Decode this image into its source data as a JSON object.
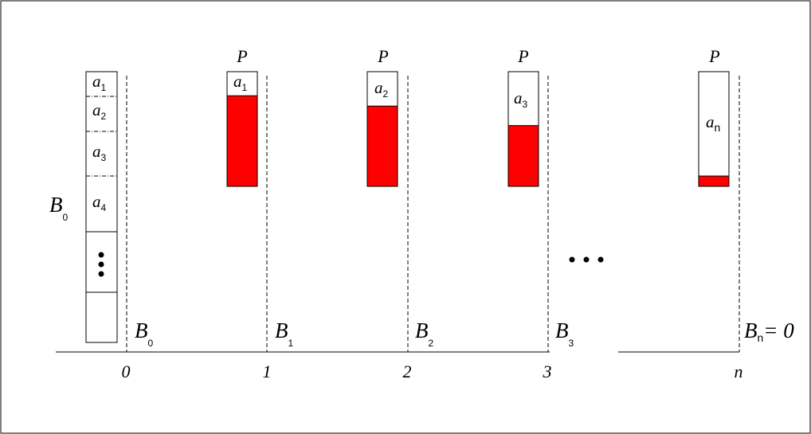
{
  "colors": {
    "fill": "#ff0000",
    "stroke": "#000000",
    "background": "#ffffff"
  },
  "stack": {
    "label": "B",
    "label_sub": "0",
    "segments": [
      {
        "name": "a",
        "sub": "1"
      },
      {
        "name": "a",
        "sub": "2"
      },
      {
        "name": "a",
        "sub": "3"
      },
      {
        "name": "a",
        "sub": "4"
      }
    ],
    "ellipsis": "⋮"
  },
  "steps": [
    {
      "tick": "0",
      "b_label": "B",
      "b_sub": "0"
    },
    {
      "tick": "1",
      "b_label": "B",
      "b_sub": "1",
      "p_label": "P",
      "a_name": "a",
      "a_sub": "1",
      "fill_fraction": 0.79
    },
    {
      "tick": "2",
      "b_label": "B",
      "b_sub": "2",
      "p_label": "P",
      "a_name": "a",
      "a_sub": "2",
      "fill_fraction": 0.7
    },
    {
      "tick": "3",
      "b_label": "B",
      "b_sub": "3",
      "p_label": "P",
      "a_name": "a",
      "a_sub": "3",
      "fill_fraction": 0.53
    },
    {
      "tick": "n",
      "b_label": "B",
      "b_sub": "n",
      "b_suffix": "= 0",
      "p_label": "P",
      "a_name": "a",
      "a_sub": "n",
      "fill_fraction": 0.09
    }
  ],
  "gap_ellipsis": "• • •"
}
